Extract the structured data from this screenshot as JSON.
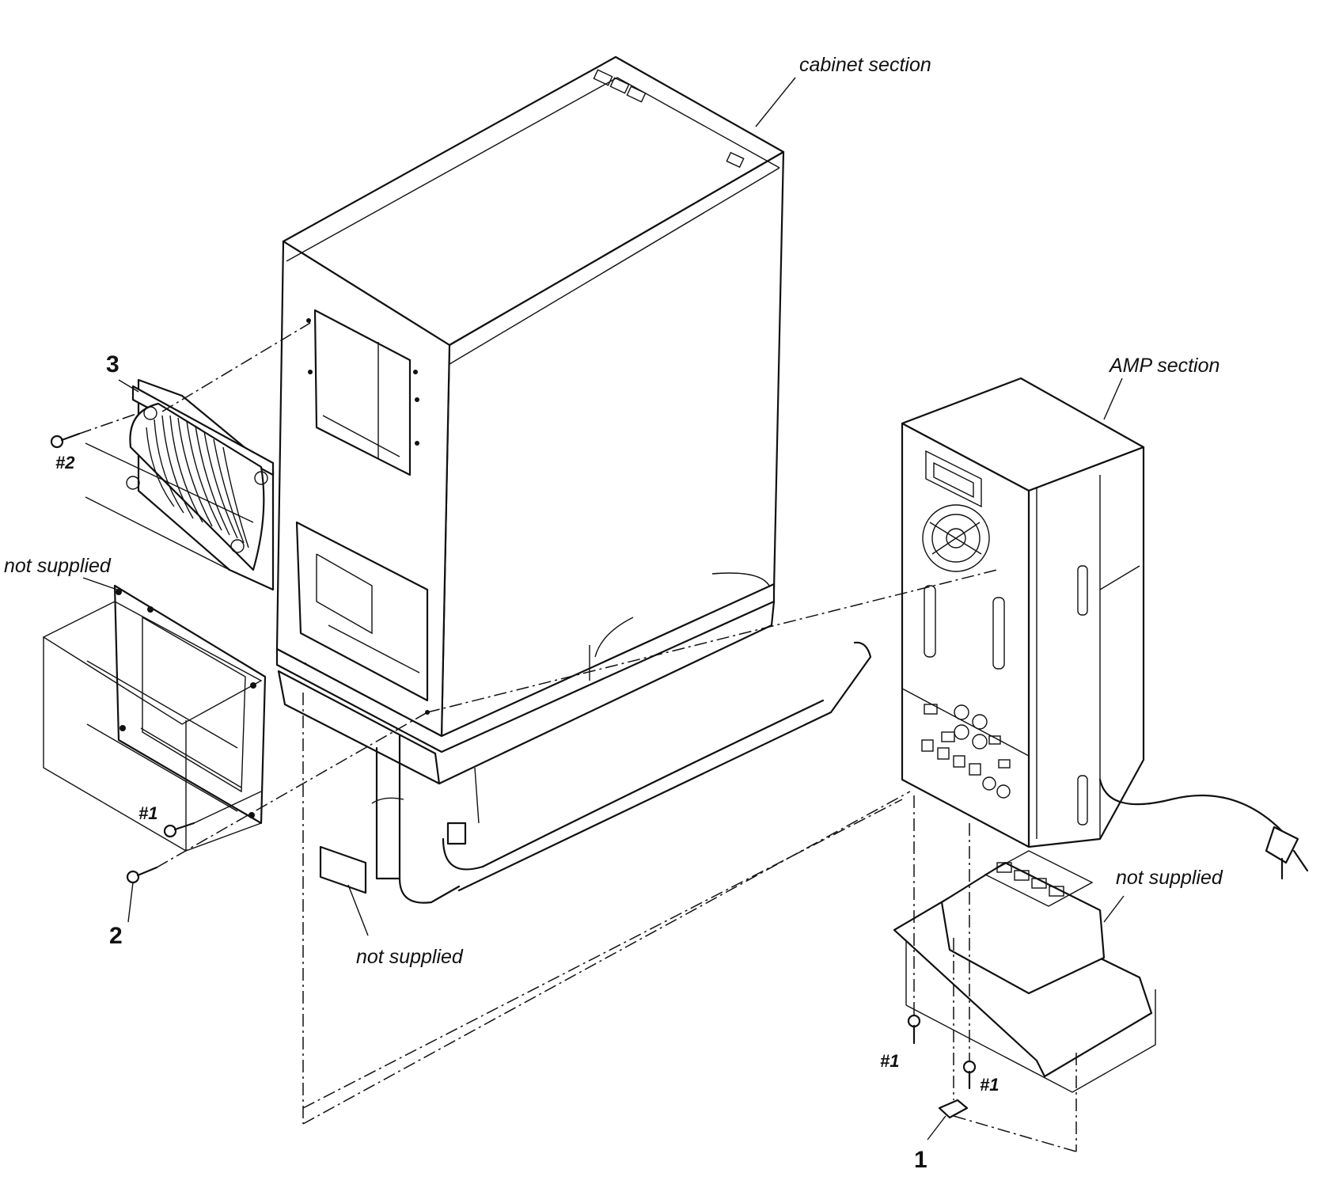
{
  "labels": {
    "cabinet": "cabinet section",
    "amp": "AMP section",
    "not_supplied_left": "not supplied",
    "not_supplied_center": "not supplied",
    "not_supplied_right": "not supplied"
  },
  "part_numbers": {
    "part1": "1",
    "part2": "2",
    "part3": "3"
  },
  "screw_refs": {
    "left_upper": "#2",
    "left_lower": "#1",
    "right_upper": "#1",
    "right_lower": "#1"
  }
}
